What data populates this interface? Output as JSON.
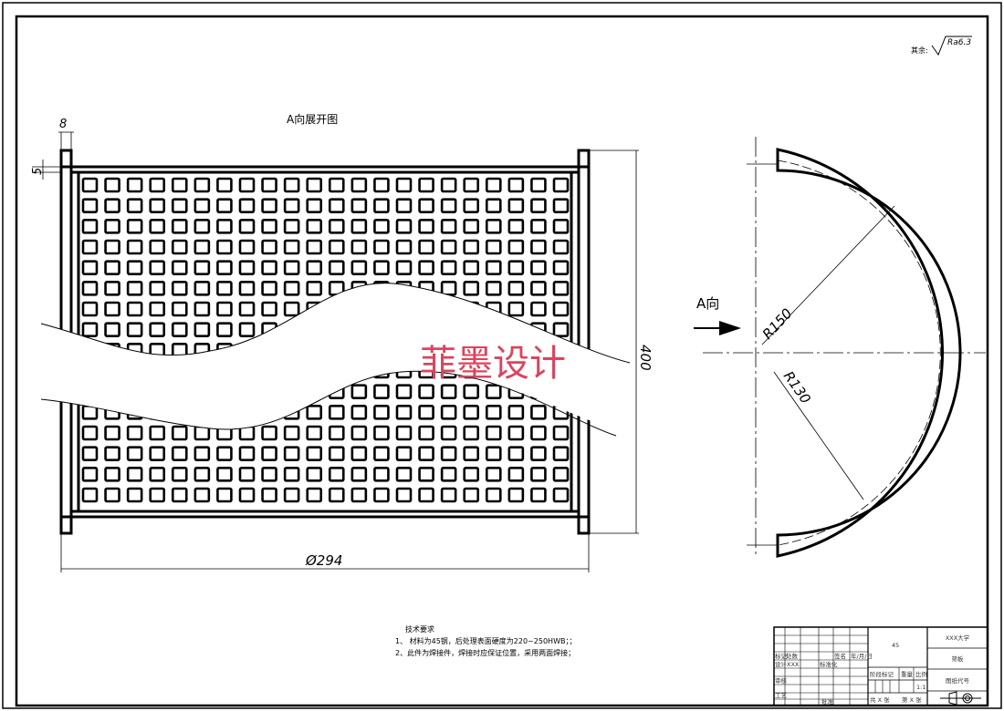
{
  "drawing": {
    "roughness_note": "其余:",
    "roughness_value": "Ra6.3",
    "view_title": "A向展开图",
    "view_arrow_label": "A向",
    "dimensions": {
      "thickness": "8",
      "flange": "5",
      "height": "400",
      "width": "Ø294",
      "outer_radius": "R150",
      "inner_radius": "R130"
    },
    "grid": {
      "columns": 22,
      "rows": 16
    },
    "watermark": "菲墨设计",
    "watermark_color": "#d9455f"
  },
  "tech_requirements": {
    "title": "技术要求",
    "items": [
      "1、 材料为45钢，后处理表面硬度为220~250HWB；；",
      "2、此件为焊接件，焊接时应保证位置，采用两面焊接；"
    ]
  },
  "title_block": {
    "material": "45",
    "school": "XXX大学",
    "part_name": "筛板",
    "drawing_code": "图纸代号",
    "labels": {
      "mark": "标记",
      "count": "处数",
      "sign": "签名",
      "date": "年/月/日",
      "design": "设计",
      "designer": "XXX",
      "standard": "标准化",
      "stage": "阶段标记",
      "weight": "重量",
      "scale": "比例",
      "scale_value": "1:1",
      "review": "审核",
      "process": "工艺",
      "approve": "批准",
      "sheets": "共 X 张",
      "sheet": "第 X 张"
    }
  }
}
